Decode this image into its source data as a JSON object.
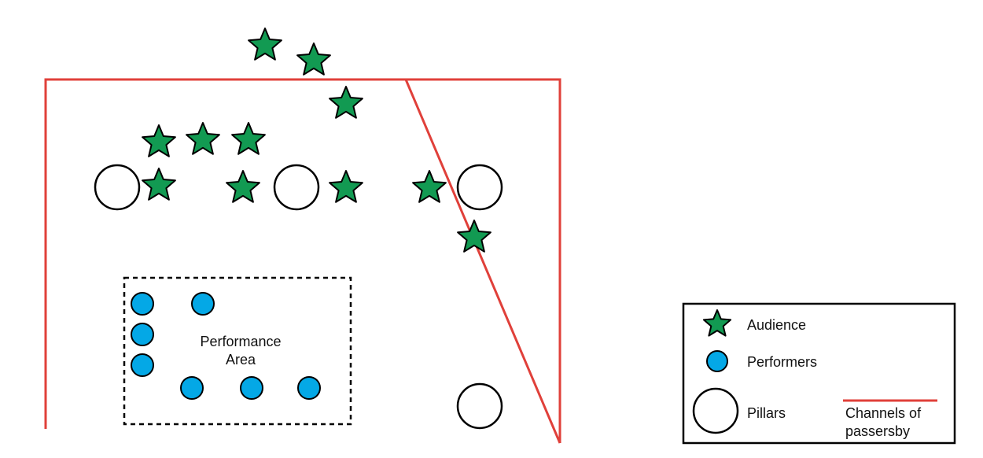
{
  "colors": {
    "channel": "#e0403a",
    "audience": "#129a52",
    "performer": "#04a8e6",
    "outline": "#000000",
    "background": "#ffffff"
  },
  "diagram": {
    "performance_area_label": [
      "Performance",
      "Area"
    ],
    "icons": {
      "audience": "star-icon",
      "performer": "circle-icon",
      "pillar": "circle-outline-icon"
    }
  },
  "legend": {
    "audience_label": "Audience",
    "performers_label": "Performers",
    "pillars_label": "Pillars",
    "channels_label": [
      "Channels of",
      "passersby"
    ]
  }
}
